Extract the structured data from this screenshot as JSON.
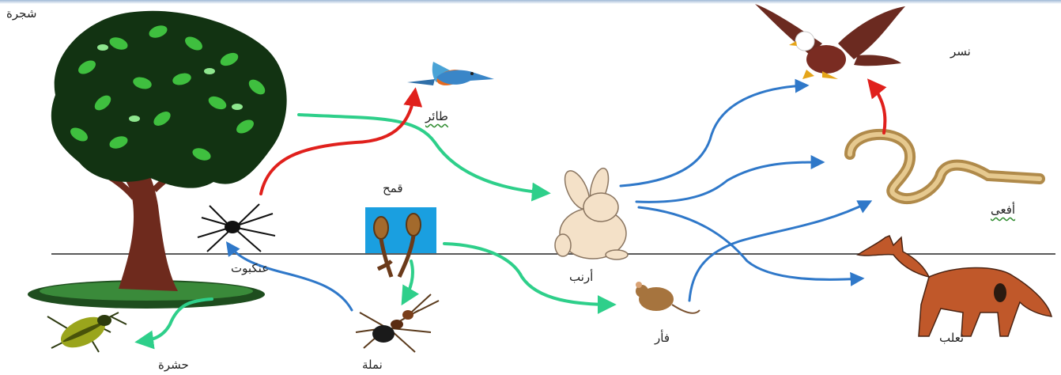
{
  "colors": {
    "producer_arrow": "#2ecf8a",
    "consumer_arrow": "#2f78c9",
    "predator_arrow": "#e0201c",
    "ground": "#5a5a5a"
  },
  "organisms": {
    "tree": "شجرة",
    "bird": "طائر",
    "eagle": "نسر",
    "wheat": "قمح",
    "spider": "عنكبوت",
    "rabbit": "أرنب",
    "snake": "أفعى",
    "mouse": "فأر",
    "ant": "نملة",
    "insect": "حشرة",
    "fox": "ثعلب"
  },
  "icons": [
    "tree-icon",
    "bird-icon",
    "eagle-icon",
    "wheat-icon",
    "spider-icon",
    "rabbit-icon",
    "snake-icon",
    "mouse-icon",
    "ant-icon",
    "insect-icon",
    "fox-icon"
  ],
  "links": [
    {
      "from": "tree",
      "to": "rabbit",
      "color": "producer_arrow"
    },
    {
      "from": "spider",
      "to": "bird",
      "color": "predator_arrow"
    },
    {
      "from": "wheat",
      "to": "mouse",
      "color": "producer_arrow"
    },
    {
      "from": "wheat",
      "to": "ant",
      "color": "producer_arrow"
    },
    {
      "from": "ant",
      "to": "spider",
      "color": "consumer_arrow"
    },
    {
      "from": "tree",
      "to": "insect",
      "color": "producer_arrow"
    },
    {
      "from": "rabbit",
      "to": "eagle",
      "color": "consumer_arrow"
    },
    {
      "from": "rabbit",
      "to": "snake",
      "color": "consumer_arrow"
    },
    {
      "from": "rabbit",
      "to": "fox",
      "color": "consumer_arrow"
    },
    {
      "from": "mouse",
      "to": "snake",
      "color": "consumer_arrow"
    },
    {
      "from": "snake",
      "to": "eagle",
      "color": "predator_arrow"
    }
  ]
}
